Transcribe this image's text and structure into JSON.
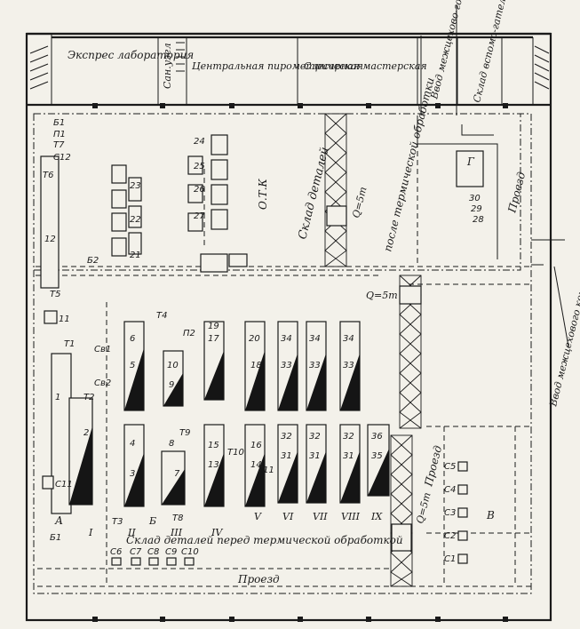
{
  "rooms": {
    "express_lab": "Экспрес лаборатория",
    "san_uzel": "Сан.узел",
    "central_pyro": "Центральная пирометрическая",
    "workshop": "Слесарная мастерская",
    "conveyor_in_top": "Ввод межцехово-го конвейера",
    "aux_storage": "Склад вспомо-гательных материалов"
  },
  "areas": {
    "store_after": "Склад деталей",
    "after_heat": "после термической обработки",
    "store_before": "Склад деталей перед термической обработкой",
    "otk": "О.Т.К",
    "passage_bottom": "Проезд",
    "passage_right_top": "Проезд",
    "passage_right_mid": "Проезд",
    "conveyor_in_right": "Ввод межцехового конвейера"
  },
  "cranes": {
    "c1": "Q=5т",
    "c2": "Q=5т",
    "c3": "Q=5т"
  },
  "zones": {
    "A": "А",
    "B_lower": "Б",
    "V": "В",
    "G": "Г"
  },
  "lines": [
    "I",
    "II",
    "III",
    "IV",
    "V",
    "VI",
    "VII",
    "VIII",
    "IX"
  ],
  "equipment": {
    "t1": "Т1",
    "t2": "Т2",
    "t3": "Т3",
    "t4": "Т4",
    "t5": "Т5",
    "t6": "Т6",
    "t7": "Т7",
    "t8": "Т8",
    "t9": "Т9",
    "t10": "Т10",
    "t11": "Т11",
    "p1": "П1",
    "p2": "П2",
    "b1": "Б1",
    "b1b": "Б1",
    "b2": "Б2",
    "c11": "С11",
    "c12": "С12",
    "cb1": "Св1",
    "cb2": "Св2",
    "c1": "С1",
    "c2": "С2",
    "c3": "С3",
    "c4": "С4",
    "c5": "С5",
    "c6": "С6",
    "c7": "С7",
    "c8": "С8",
    "c9": "С9",
    "c10": "С10"
  },
  "numbers": {
    "n1": "1",
    "n2": "2",
    "n3": "3",
    "n4": "4",
    "n5": "5",
    "n6": "6",
    "n7": "7",
    "n8": "8",
    "n9": "9",
    "n10": "10",
    "n11": "11",
    "n12": "12",
    "n13": "13",
    "n14": "14",
    "n15": "15",
    "n16": "16",
    "n17": "17",
    "n18": "18",
    "n19": "19",
    "n20": "20",
    "n21": "21",
    "n22": "22",
    "n23": "23",
    "n24": "24",
    "n25": "25",
    "n26": "26",
    "n27": "27",
    "n28": "28",
    "n29": "29",
    "n30": "30",
    "n31a": "31",
    "n31b": "31",
    "n31c": "31",
    "n32a": "32",
    "n32b": "32",
    "n32c": "32",
    "n33a": "33",
    "n33b": "33",
    "n33c": "33",
    "n34a": "34",
    "n34b": "34",
    "n34c": "34",
    "n35": "35",
    "n36": "36"
  }
}
